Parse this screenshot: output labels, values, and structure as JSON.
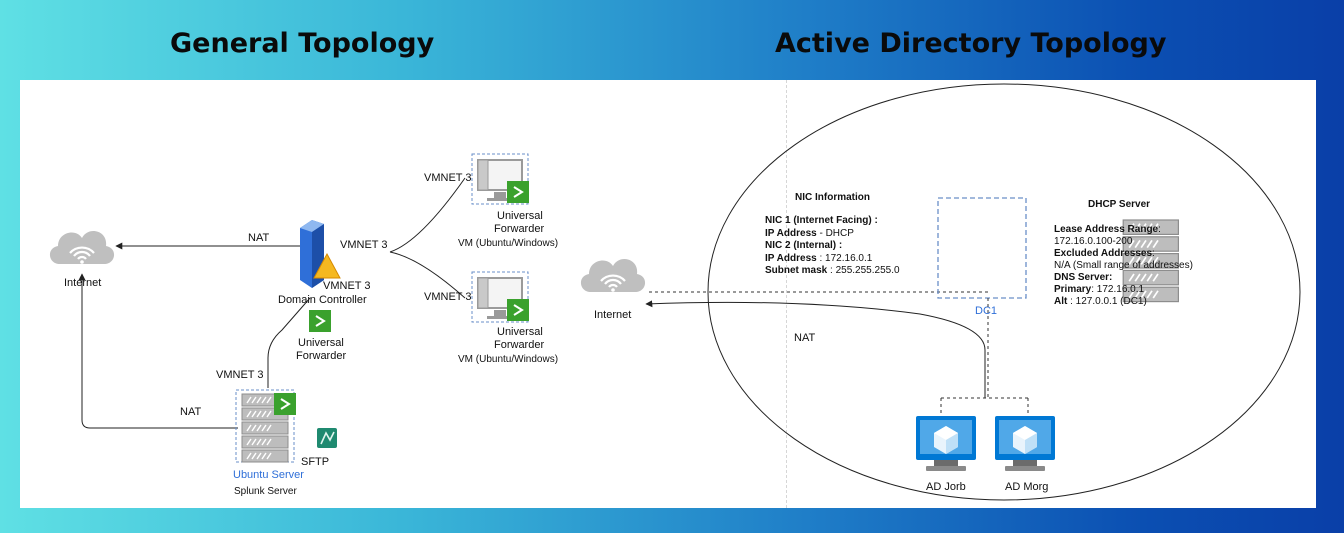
{
  "headings": {
    "left": "General Topology",
    "right": "Active Directory Topology"
  },
  "general": {
    "internet": "Internet",
    "nat_top": "NAT",
    "nat_bottom": "NAT",
    "vmnet_dc_right": "VMNET 3",
    "vmnet_dc_below": "VMNET 3",
    "vmnet_vm1": "VMNET 3",
    "vmnet_vm2": "VMNET 3",
    "vmnet_splunk": "VMNET 3",
    "dc_label": "Domain Controller",
    "uf_dc_line1": "Universal",
    "uf_dc_line2": "Forwarder",
    "vm1_uf_line1": "Universal",
    "vm1_uf_line2": "Forwarder",
    "vm1_caption": "VM (Ubuntu/Windows)",
    "vm2_uf_line1": "Universal",
    "vm2_uf_line2": "Forwarder",
    "vm2_caption": "VM (Ubuntu/Windows)",
    "server_label": "Ubuntu Server",
    "server_caption": "Splunk Server",
    "sftp_label": "SFTP"
  },
  "ad": {
    "internet": "Internet",
    "nat": "NAT",
    "dc_label": "DC1",
    "nic": {
      "title": "NIC Information",
      "nic1_label": "NIC 1 (Internet Facing) :",
      "ip1_key": "IP Address",
      "ip1_val": "  - DHCP",
      "nic2_label": "NIC 2 (Internal) :",
      "ip2_key": "IP Address",
      "ip2_val": " : 172.16.0.1",
      "mask_key": "Subnet mask",
      "mask_val": " : 255.255.255.0"
    },
    "dhcp": {
      "title": "DHCP Server",
      "range_key": "Lease Address Range",
      "range_colon": ":",
      "range_val": "172.16.0.100-200",
      "excluded_key": "Excluded Addresses",
      "excluded_colon": ":",
      "excluded_val": "N/A (Small range of addresses)",
      "dns_key": "DNS Server:",
      "primary_key": "Primary",
      "primary_val": ": 172.16.0.1",
      "alt_key": "Alt",
      "alt_val": " : 127.0.0.1 (DC1)"
    },
    "client1": "AD Jorb",
    "client2": "AD Morg"
  },
  "colors": {
    "uf_green": "#3aa12d",
    "server_blue": "#2f6fd8",
    "azure_blue": "#0078d4",
    "cloud_gray": "#b8b8b8",
    "sftp_teal": "#1f8a70"
  }
}
